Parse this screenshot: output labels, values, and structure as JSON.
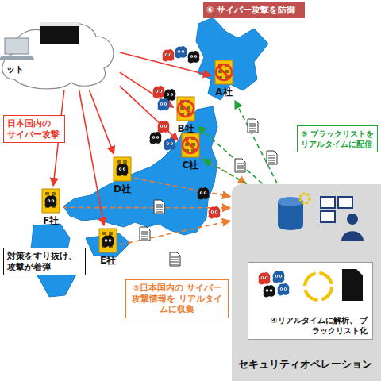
{
  "diagram": {
    "nodes": [
      {
        "text": [
          "ット"
        ]
      },
      {
        "text": [
          "⑥ サイバー攻撃を防御"
        ]
      },
      {
        "text": [
          "A社"
        ]
      },
      {
        "text": [
          "日本国内の サイバー攻撃"
        ]
      },
      {
        "text": [
          "B社"
        ]
      },
      {
        "text": [
          "⑤ ブラックリストを リアルタイムに配信"
        ]
      },
      {
        "text": [
          "C社"
        ]
      },
      {
        "text": [
          "D社"
        ]
      },
      {
        "text": [
          "F社"
        ]
      },
      {
        "text": [
          "対策をすり抜け、 攻撃が着弾"
        ]
      },
      {
        "text": [
          "E社"
        ]
      },
      {
        "text": [
          "③日本国内の サイバー攻撃情報を リアルタイムに収集"
        ]
      },
      {
        "text": [
          "セキュリティオペレーション"
        ]
      },
      {
        "text": [
          "④リアルタイムに解析、 ブラックリスト化"
        ],
        "in": 12
      }
    ],
    "edges": [
      {
        "from": 0,
        "to": 2,
        "arrow": "to"
      },
      {
        "from": 0,
        "to": 4,
        "arrow": "to"
      },
      {
        "from": 0,
        "to": 6,
        "arrow": "to"
      },
      {
        "from": 0,
        "to": 7,
        "arrow": "to"
      },
      {
        "from": 0,
        "to": 10,
        "arrow": "to"
      },
      {
        "from": 0,
        "to": 8,
        "arrow": "to"
      },
      {
        "from": 6,
        "to": 12,
        "arrow": "to"
      },
      {
        "from": 7,
        "to": 12,
        "arrow": "to"
      },
      {
        "from": 8,
        "to": 12,
        "arrow": "to"
      },
      {
        "from": 10,
        "to": 12,
        "arrow": "to"
      },
      {
        "from": 12,
        "to": 2,
        "arrow": "to"
      },
      {
        "from": 12,
        "to": 4,
        "arrow": "to"
      },
      {
        "from": 12,
        "to": 6,
        "arrow": "to"
      }
    ]
  }
}
